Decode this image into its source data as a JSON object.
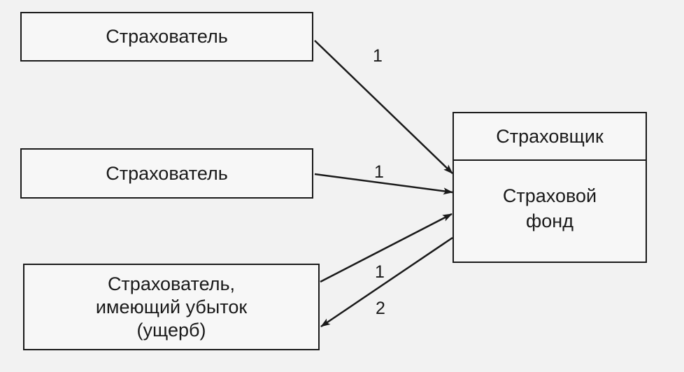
{
  "insureds": [
    {
      "label": "Страхователь"
    },
    {
      "label": "Страхователь"
    },
    {
      "label": "Страхователь,\nимеющий убыток\n(ущерб)"
    }
  ],
  "insurer": {
    "title": "Страховщик",
    "fund": "Страховой\nфонд"
  },
  "flows": [
    {
      "from": "Страхователь",
      "to": "Страховщик",
      "label": "1"
    },
    {
      "from": "Страхователь",
      "to": "Страховщик",
      "label": "1"
    },
    {
      "from": "Страхователь, имеющий убыток (ущерб)",
      "to": "Страховщик",
      "label": "1"
    },
    {
      "from": "Страховщик",
      "to": "Страхователь, имеющий убыток (ущерб)",
      "label": "2"
    }
  ]
}
